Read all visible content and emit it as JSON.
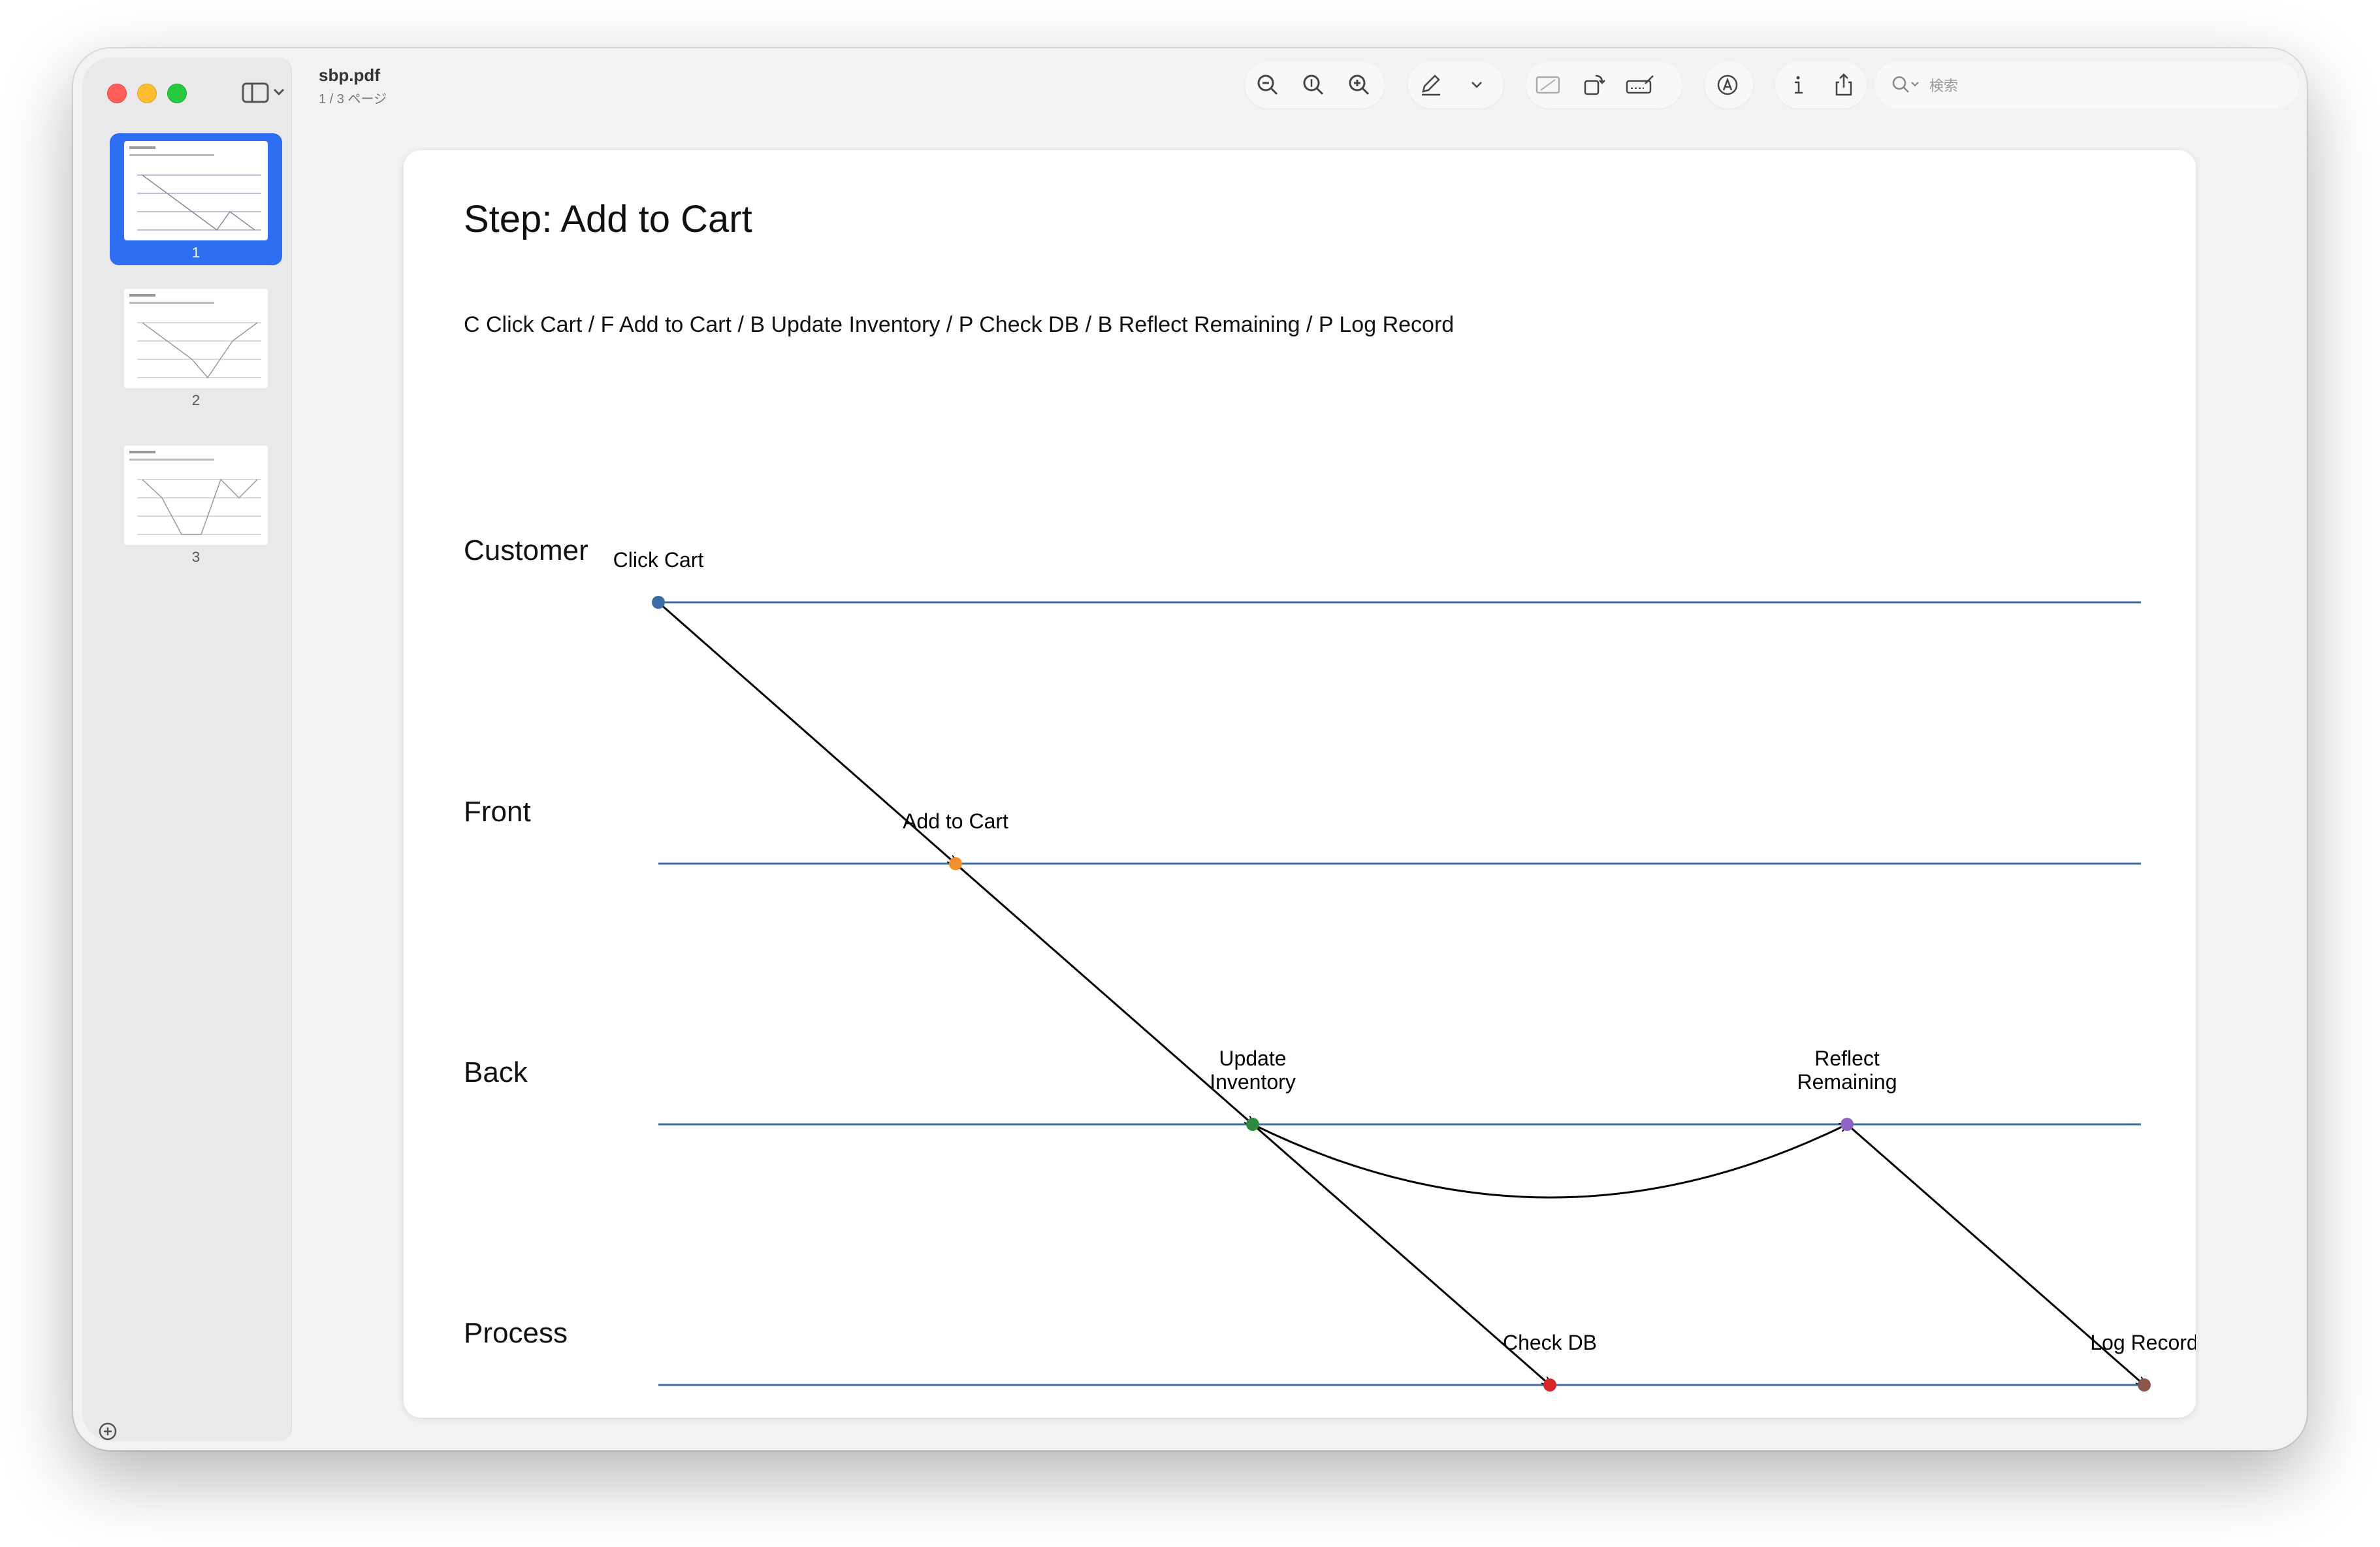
{
  "window": {
    "file_name": "sbp.pdf",
    "page_indicator": "1 / 3 ページ",
    "search_placeholder": "検索"
  },
  "toolbar": {
    "icons": [
      "zoom-out-icon",
      "actual-size-icon",
      "zoom-in-icon",
      "markup-pen-icon",
      "chevron-down-icon",
      "crop-icon",
      "rotate-icon",
      "signature-icon",
      "annotate-icon",
      "info-icon",
      "share-icon",
      "search-icon"
    ]
  },
  "sidebar": {
    "thumbnails": [
      {
        "label": "1",
        "selected": true
      },
      {
        "label": "2",
        "selected": false
      },
      {
        "label": "3",
        "selected": false
      }
    ]
  },
  "page": {
    "title": "Step: Add to Cart",
    "subtitle": "C Click Cart / F Add to Cart / B Update Inventory / P Check DB / B Reflect Remaining / P Log Record",
    "lanes": [
      "Customer",
      "Front",
      "Back",
      "Process"
    ],
    "steps": [
      {
        "label": "Click Cart",
        "lane": "Customer",
        "order": 1,
        "color": "#3b6ea5"
      },
      {
        "label": "Add to Cart",
        "lane": "Front",
        "order": 2,
        "color": "#f28e2b"
      },
      {
        "label": "Update Inventory",
        "lane": "Back",
        "order": 3,
        "color": "#2e8b3e"
      },
      {
        "label": "Check DB",
        "lane": "Process",
        "order": 4,
        "color": "#d62728"
      },
      {
        "label": "Reflect Remaining",
        "lane": "Back",
        "order": 5,
        "color": "#8c64c4"
      },
      {
        "label": "Log Record",
        "lane": "Process",
        "order": 6,
        "color": "#8c564b"
      }
    ],
    "lane_color": "#3b6ea5"
  }
}
